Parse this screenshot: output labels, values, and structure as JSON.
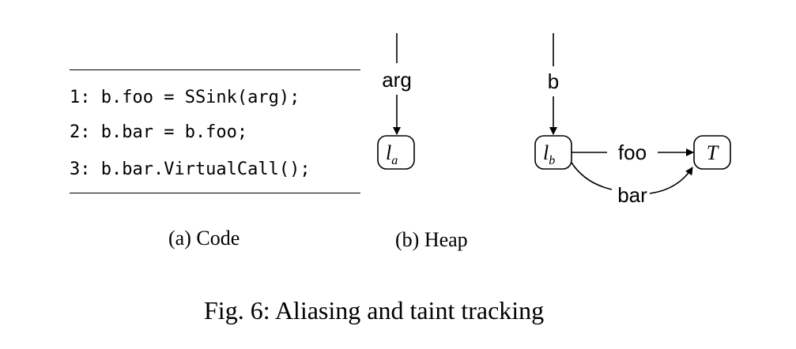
{
  "code": {
    "lines": [
      "1: b.foo = SSink(arg);",
      "2: b.bar = b.foo;",
      "3: b.bar.VirtualCall();"
    ]
  },
  "heap": {
    "arg_label": "arg",
    "node_la": {
      "base": "l",
      "sub": "a"
    },
    "b_label": "b",
    "node_lb": {
      "base": "l",
      "sub": "b"
    },
    "foo_label": "foo",
    "bar_label": "bar",
    "node_t": "T"
  },
  "captions": {
    "sub_a": "(a) Code",
    "sub_b": "(b) Heap",
    "figure": "Fig. 6: Aliasing and taint tracking"
  }
}
